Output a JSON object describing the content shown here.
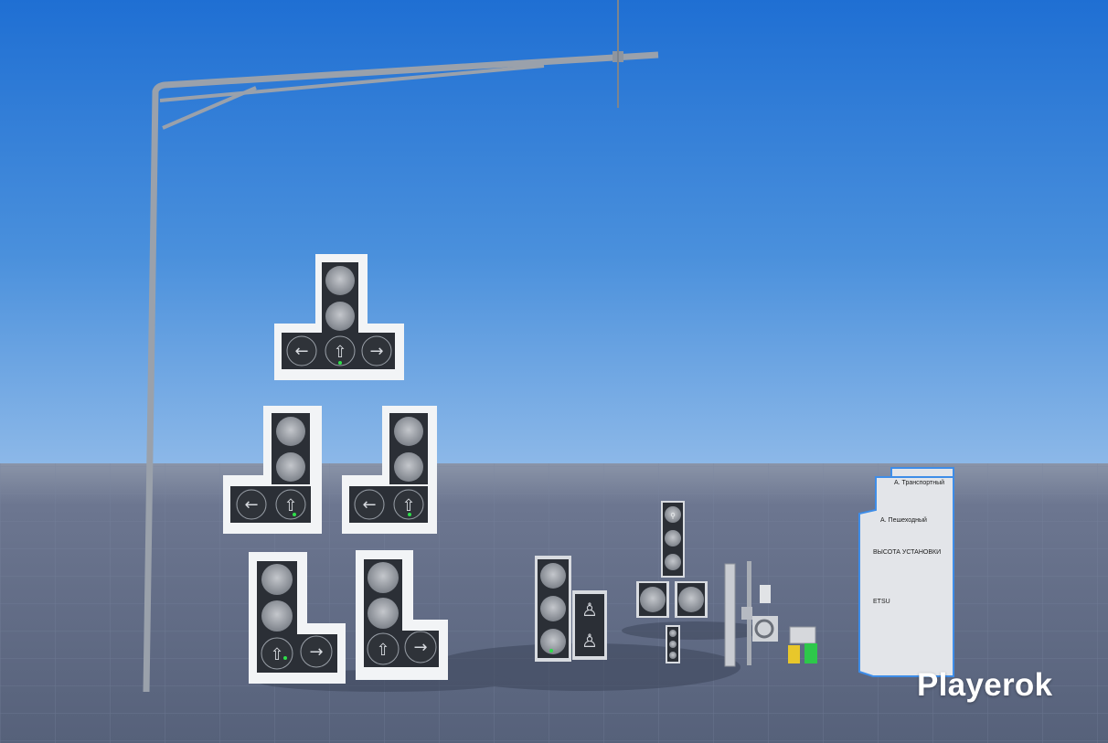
{
  "scene": {
    "type": "3d-game-viewport",
    "sky_color_top": "#1f6fd3",
    "sky_color_horizon": "#7fb1e6",
    "ground_color": "#5d6880"
  },
  "info_panel": {
    "line1": "А. Транспортный",
    "line2": "А. Пешеходный",
    "line3": "ВЫСОТА УСТАНОВКИ",
    "line4": "ETSU"
  },
  "watermark": {
    "text": "Playerok"
  },
  "icons": {
    "left_arrow": "arrow-left-icon",
    "right_arrow": "arrow-right-icon",
    "up_arrow": "arrow-up-icon",
    "pedestrian": "pedestrian-icon",
    "bicycle": "bicycle-icon"
  }
}
